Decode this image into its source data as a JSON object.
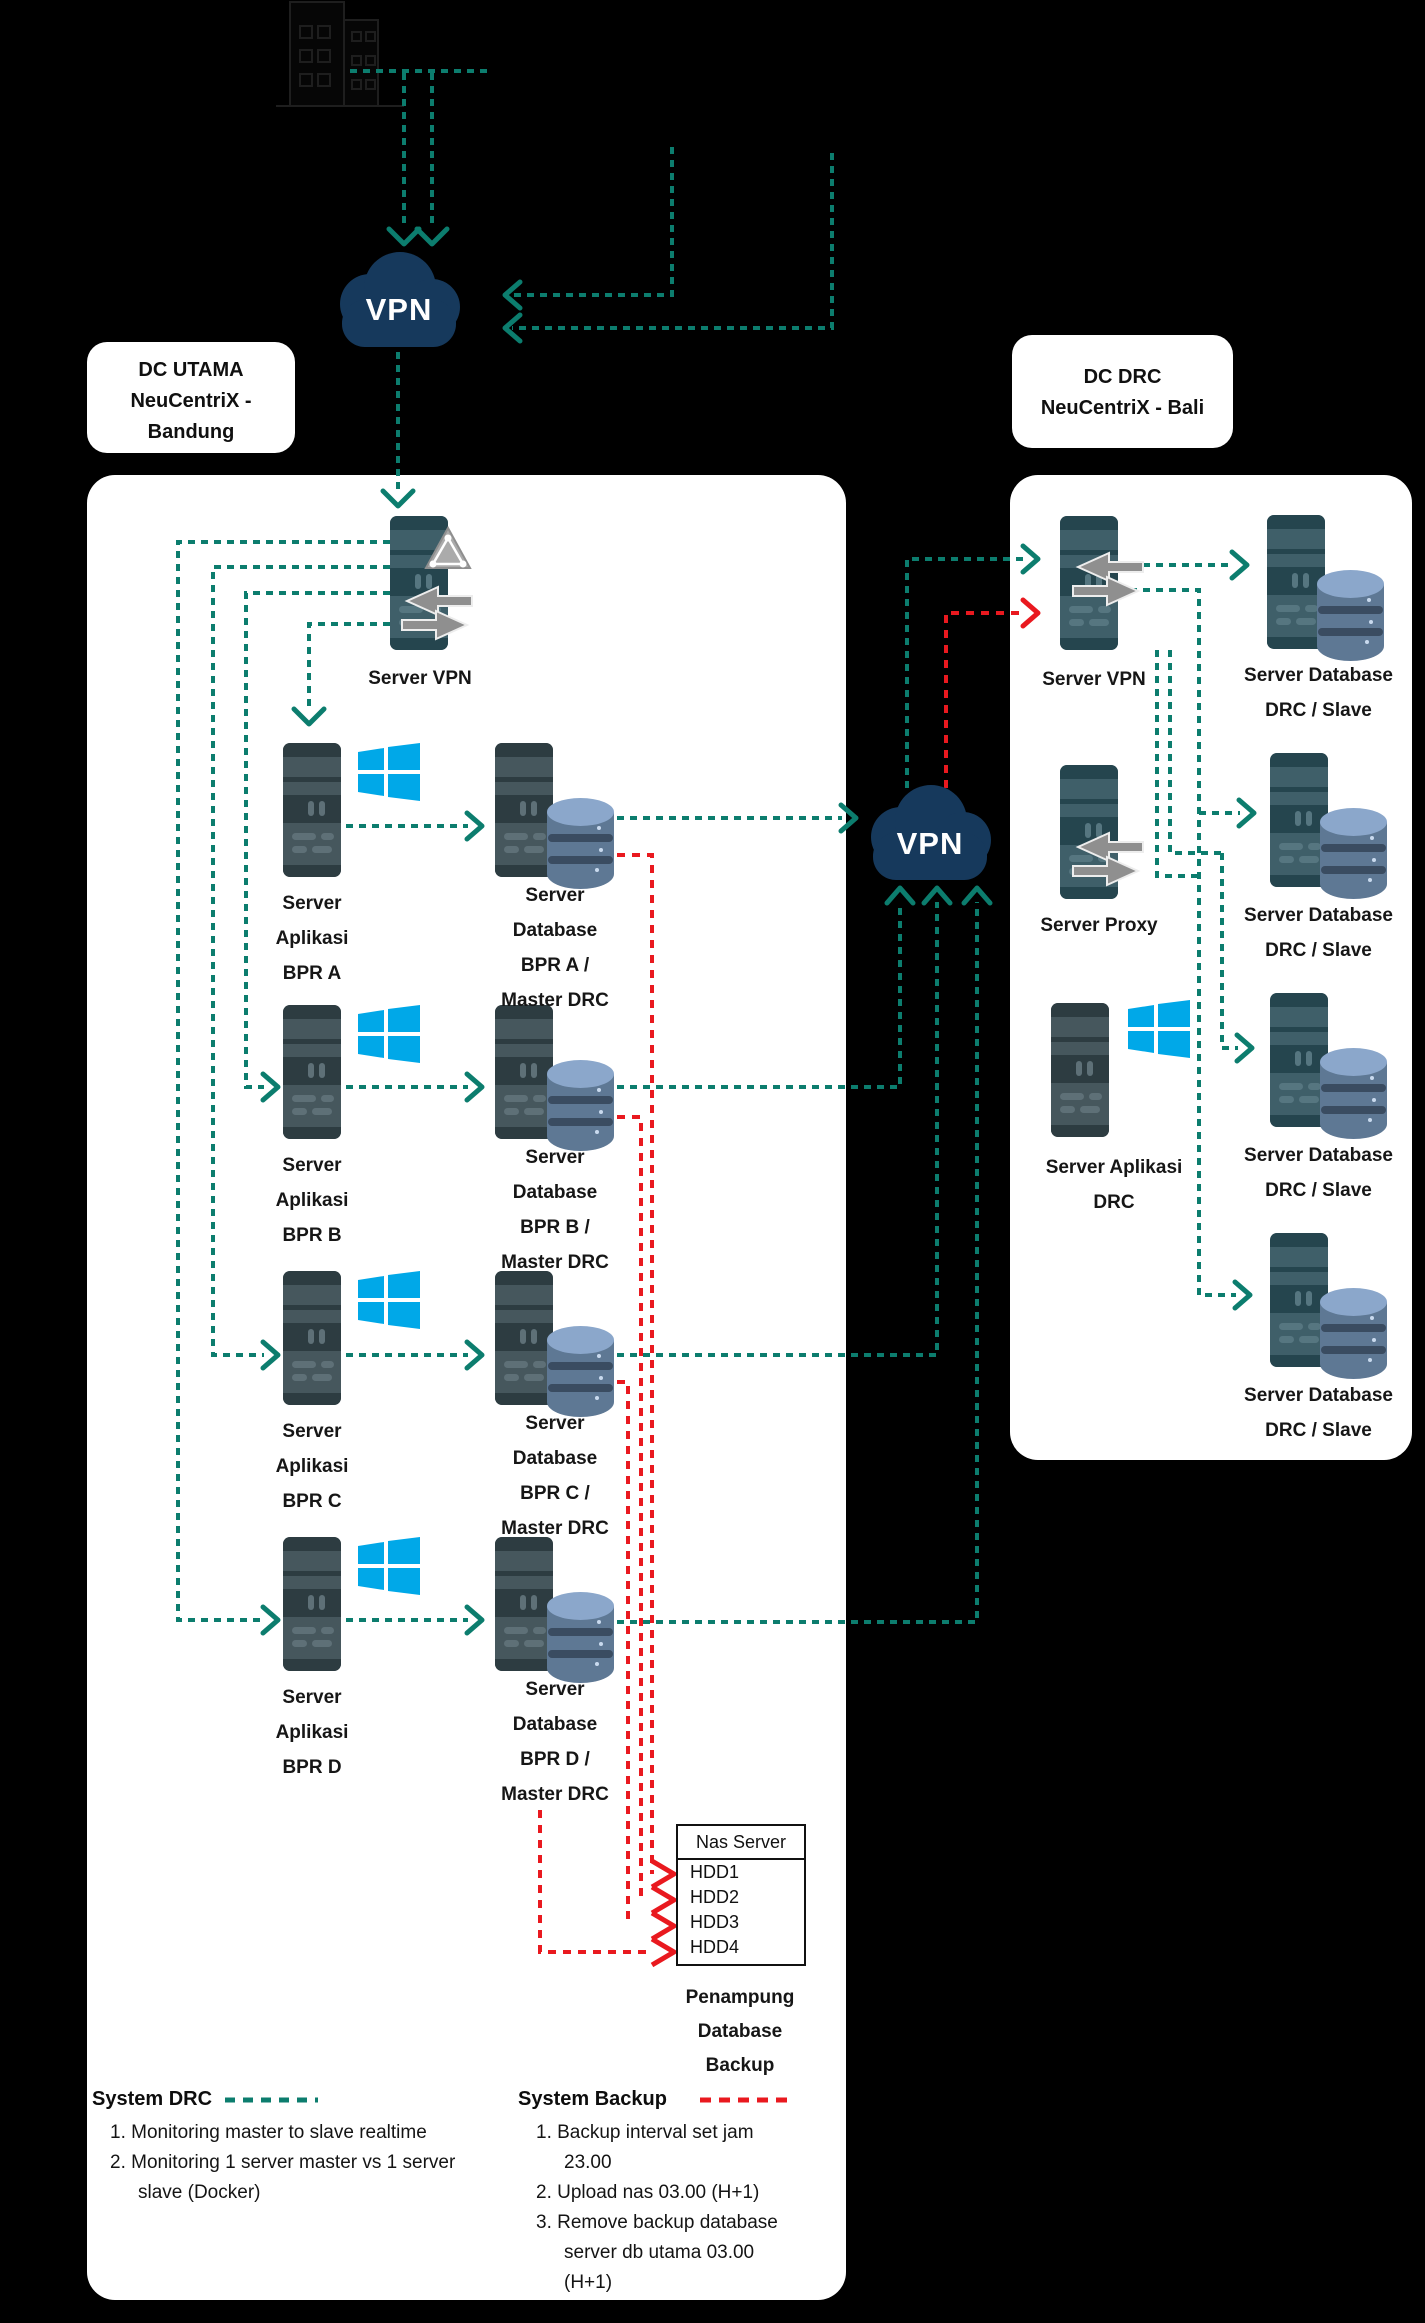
{
  "colors": {
    "teal": "#0C7D6E",
    "red": "#E9191F",
    "vpn_navy": "#16395C",
    "windows_blue": "#00A8E8",
    "tower_body": "#46575D",
    "tower_dark": "#2D3C41",
    "tower_teal_body": "#3F5F69",
    "cylinder_body": "#5E7894",
    "cylinder_top": "#8BA7CB",
    "gray_arrow": "#8F8F8F",
    "panel_bg": "#FFFFFF"
  },
  "top": {
    "vpn_cloud_label": "VPN",
    "dc_utama": [
      "DC UTAMA",
      "NeuCentriX -",
      "Bandung"
    ],
    "dc_drc": [
      "DC DRC",
      "NeuCentriX - Bali"
    ]
  },
  "mid": {
    "vpn_cloud_label": "VPN"
  },
  "left_panel": {
    "server_vpn_label": "Server VPN",
    "rows": [
      {
        "app": [
          "Server",
          "Aplikasi",
          "BPR A"
        ],
        "db": [
          "Server",
          "Database",
          "BPR A /",
          "Master DRC"
        ]
      },
      {
        "app": [
          "Server",
          "Aplikasi",
          "BPR B"
        ],
        "db": [
          "Server",
          "Database",
          "BPR B /",
          "Master DRC"
        ]
      },
      {
        "app": [
          "Server",
          "Aplikasi",
          "BPR C"
        ],
        "db": [
          "Server",
          "Database",
          "BPR C /",
          "Master DRC"
        ]
      },
      {
        "app": [
          "Server",
          "Aplikasi",
          "BPR D"
        ],
        "db": [
          "Server",
          "Database",
          "BPR D /",
          "Master DRC"
        ]
      }
    ],
    "nas": {
      "title": "Nas Server",
      "disks": [
        "HDD1",
        "HDD2",
        "HDD3",
        "HDD4"
      ],
      "caption": [
        "Penampung",
        "Database",
        "Backup"
      ]
    },
    "legend_drc": {
      "title": "System DRC",
      "items": [
        "1. Monitoring master to slave realtime",
        "2. Monitoring 1 server master vs 1 server",
        "slave (Docker)"
      ]
    },
    "legend_backup": {
      "title": "System Backup",
      "items": [
        "1. Backup interval set jam",
        "23.00",
        "2. Upload nas 03.00 (H+1)",
        "3. Remove backup database",
        "server db utama 03.00",
        "(H+1)"
      ]
    }
  },
  "right_panel": {
    "server_vpn_label": "Server VPN",
    "server_proxy_label": "Server Proxy",
    "server_aplikasi": [
      "Server Aplikasi",
      "DRC"
    ],
    "slaves": [
      [
        "Server Database",
        "DRC / Slave"
      ],
      [
        "Server Database",
        "DRC / Slave"
      ],
      [
        "Server Database",
        "DRC / Slave"
      ],
      [
        "Server Database",
        "DRC / Slave"
      ]
    ]
  }
}
